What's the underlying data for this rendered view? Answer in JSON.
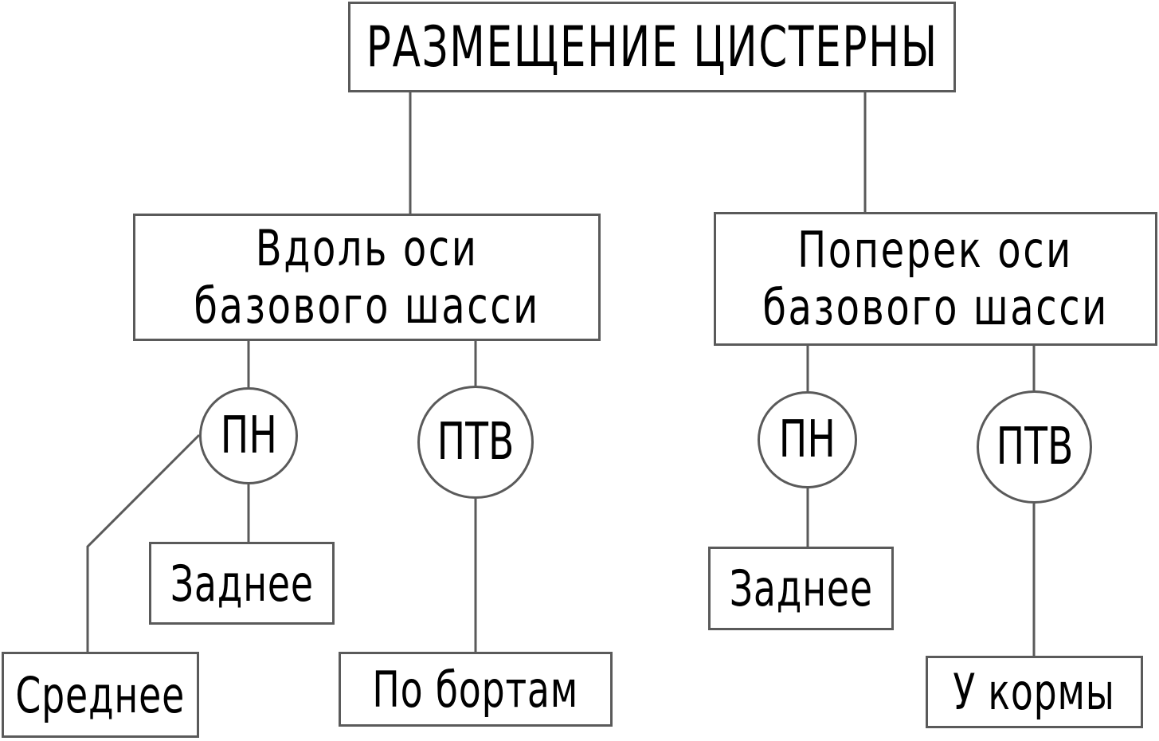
{
  "root": {
    "label": "РАЗМЕЩЕНИЕ ЦИСТЕРНЫ"
  },
  "left_branch": {
    "line1": "Вдоль оси",
    "line2": "базового шасси",
    "pn": {
      "label": "ПН",
      "leaves": [
        "Среднее",
        "Заднее"
      ]
    },
    "ptv": {
      "label": "ПТВ",
      "leaves": [
        "По бортам"
      ]
    }
  },
  "right_branch": {
    "line1": "Поперек оси",
    "line2": "базового шасси",
    "pn": {
      "label": "ПН",
      "leaves": [
        "Заднее"
      ]
    },
    "ptv": {
      "label": "ПТВ",
      "leaves": [
        "У кормы"
      ]
    }
  },
  "colors": {
    "line": "#5a5a5a",
    "text": "#000000",
    "background": "#ffffff"
  }
}
